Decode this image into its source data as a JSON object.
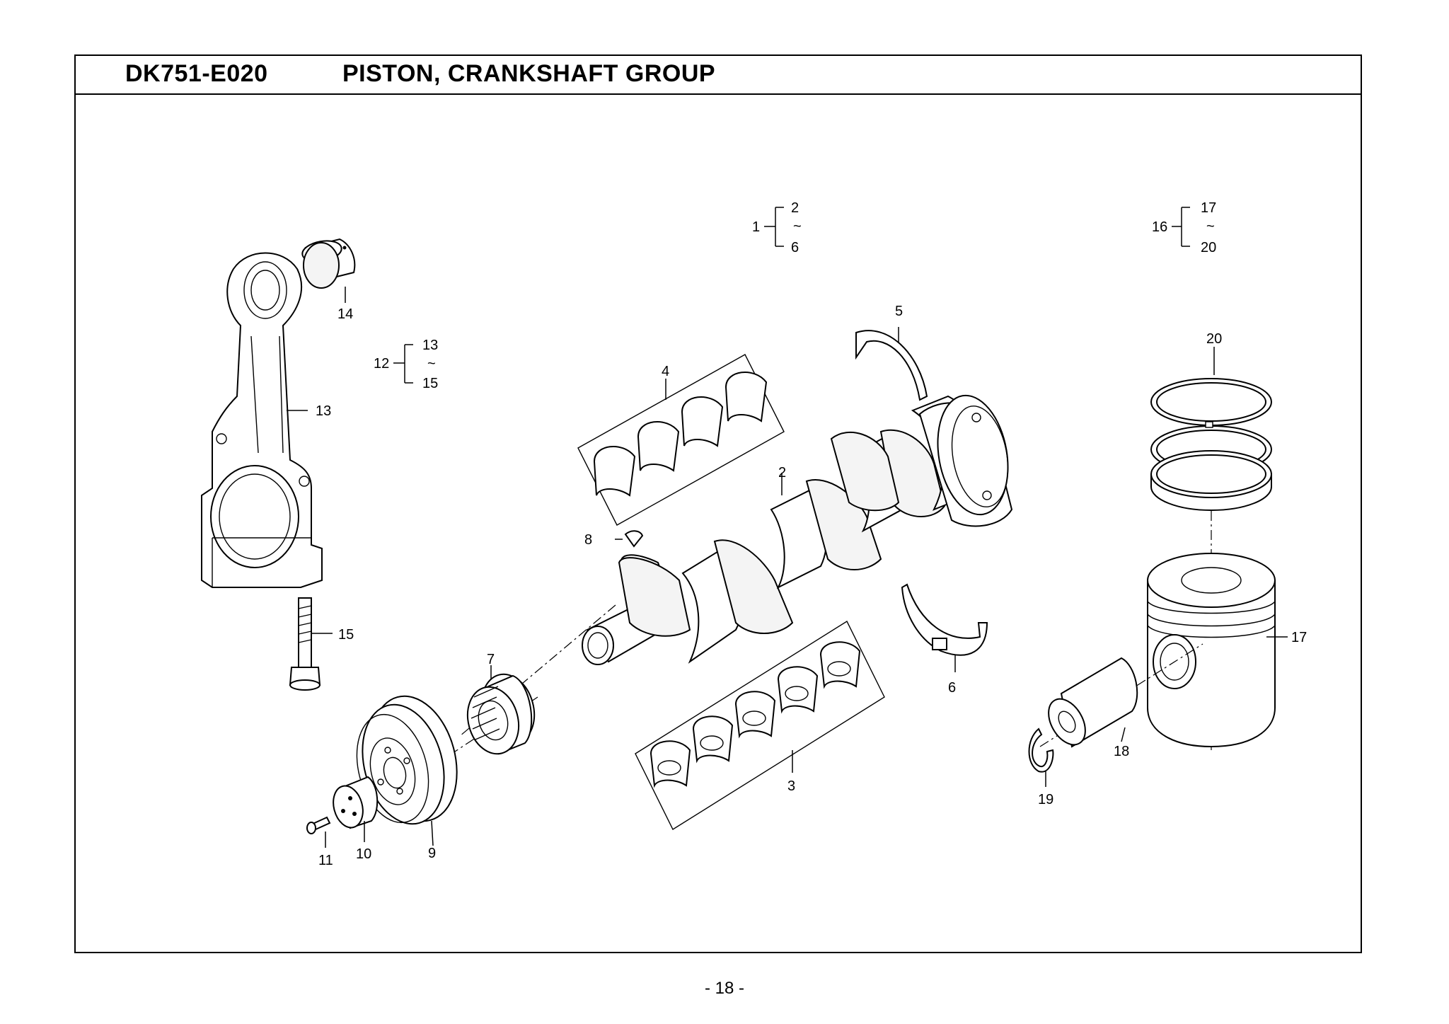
{
  "header": {
    "code": "DK751-E020",
    "title": "PISTON, CRANKSHAFT GROUP"
  },
  "footer": {
    "page": "- 18 -"
  },
  "callouts": {
    "p1": "1",
    "p2": "2",
    "p3": "3",
    "p4": "4",
    "p5": "5",
    "p6": "6",
    "p7": "7",
    "p8": "8",
    "p9": "9",
    "p10": "10",
    "p11": "11",
    "p12": "12",
    "p13": "13",
    "p14": "14",
    "p15": "15",
    "p16": "16",
    "p17": "17",
    "p18": "18",
    "p19": "19",
    "p20": "20"
  },
  "groups": {
    "g1": {
      "parent": "1",
      "from": "2",
      "tilde": "~",
      "to": "6"
    },
    "g12": {
      "parent": "12",
      "from": "13",
      "tilde": "~",
      "to": "15"
    },
    "g16": {
      "parent": "16",
      "from": "17",
      "tilde": "~",
      "to": "20"
    }
  }
}
